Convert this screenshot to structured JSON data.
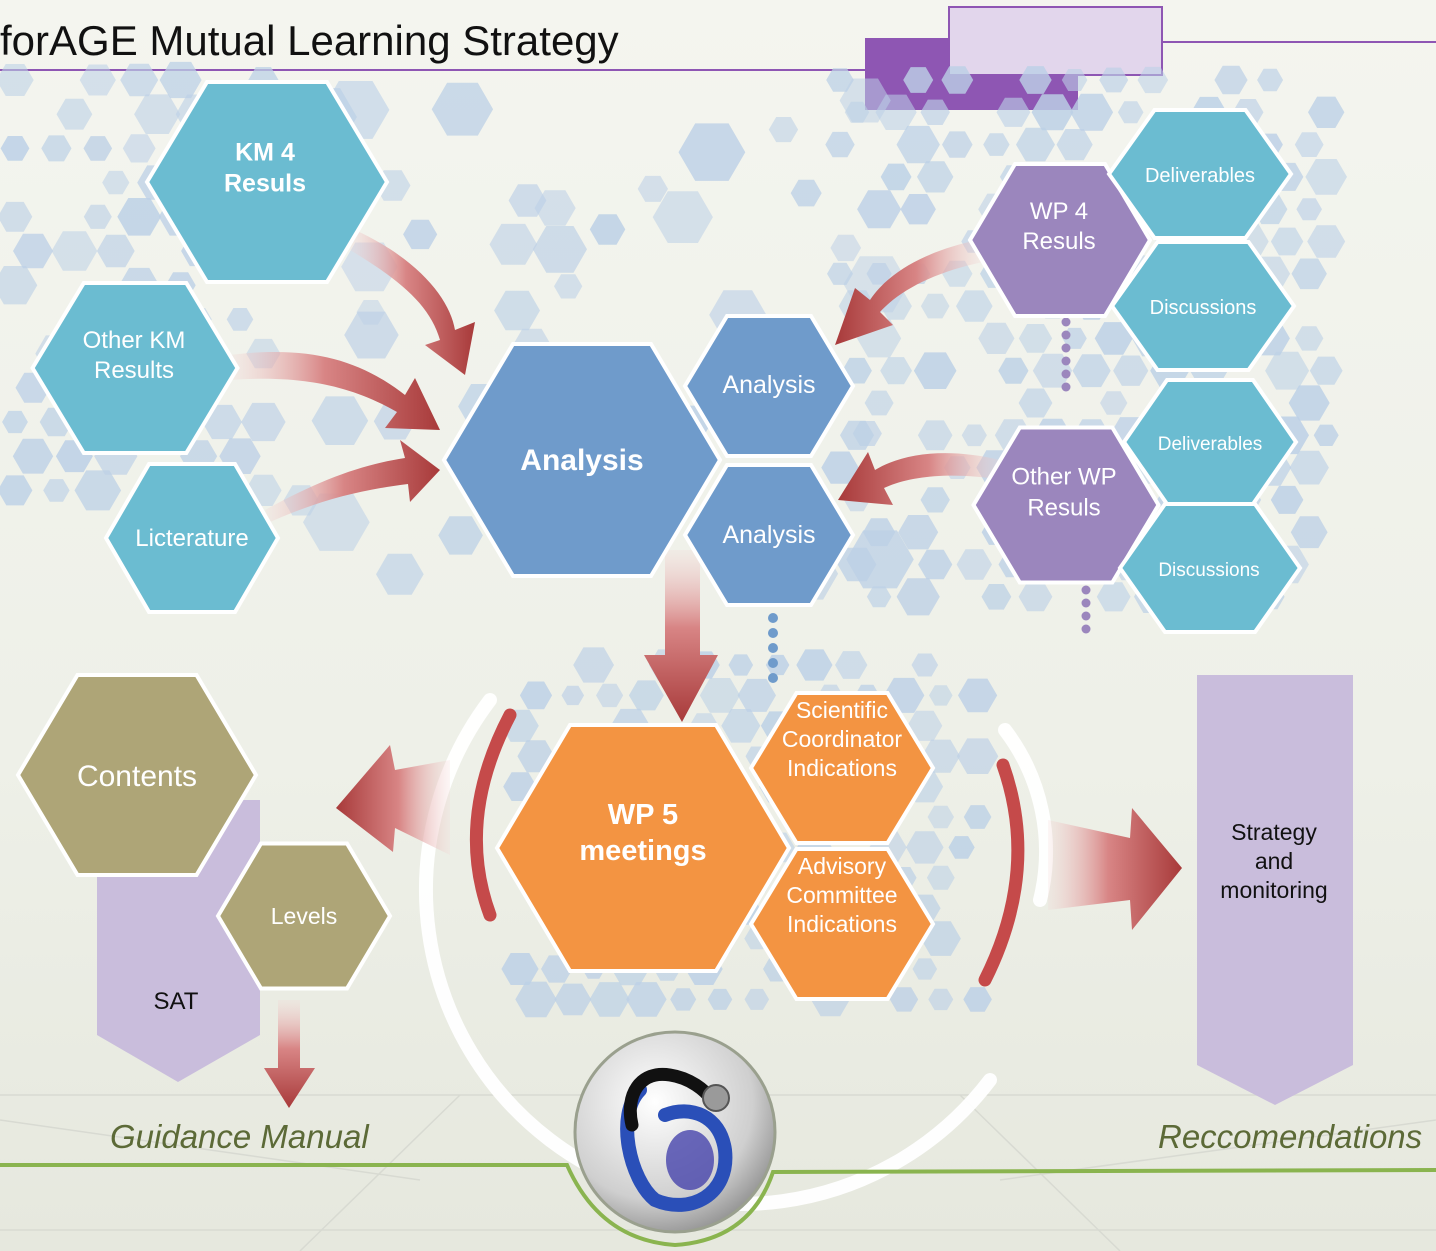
{
  "title": "forAGE Mutual Learning Strategy",
  "colors": {
    "teal": "#6bbcd1",
    "blue": "#6f9bcb",
    "purple": "#9b86bd",
    "orange": "#f39442",
    "olive": "#aea577",
    "lilac": "#c9bddc",
    "bg_hex": "#bcd0e6",
    "arrow": "#a83a3a",
    "header_purple": "#8e56b3",
    "header_lilac": "#e2d6ec",
    "green_line": "#8ab44f"
  },
  "inputs": {
    "km4": "KM 4\nResuls",
    "other_km": "Other KM\nResults",
    "literature": "Licterature",
    "wp4": "WP 4\nResuls",
    "other_wp": "Other WP\nResuls",
    "deliverables_1": "Deliverables",
    "discussions_1": "Discussions",
    "deliverables_2": "Deliverables",
    "discussions_2": "Discussions"
  },
  "analysis": {
    "main": "Analysis",
    "upper": "Analysis",
    "lower": "Analysis"
  },
  "meetings": {
    "main": "WP 5\nmeetings",
    "scientific": "Scientific\nCoordinator\nIndications",
    "advisory": "Advisory\nCommittee\nIndications"
  },
  "outputs": {
    "contents": "Contents",
    "levels": "Levels",
    "sat": "SAT",
    "strategy": "Strategy\nand\nmonitoring",
    "guidance_manual": "Guidance Manual",
    "recommendations": "Reccomendations"
  },
  "icons": {
    "logo": "forage-logo-icon"
  }
}
